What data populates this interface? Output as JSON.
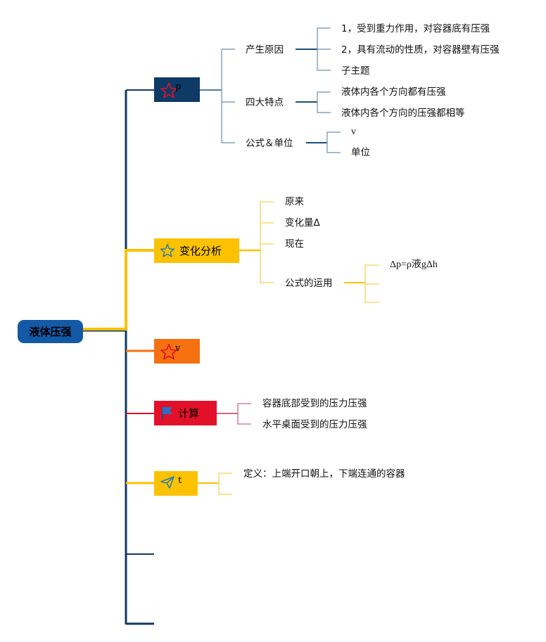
{
  "root": {
    "label": "液体压强"
  },
  "colors": {
    "root": "#1459a6",
    "navy": "#0e3a66",
    "yellow": "#fcc200",
    "orange": "#f5700f",
    "red": "#e3102a",
    "pink": "#d26a80",
    "light_yellow": "#f7d35a"
  },
  "branches": [
    {
      "label": "p",
      "icon": "star-icon",
      "children": [
        {
          "label": "产生原因",
          "children": [
            "1，受到重力作用，对容器底有压强",
            "2，具有流动的性质，对容器壁有压强",
            "子主题"
          ]
        },
        {
          "label": "四大特点",
          "children": [
            "液体内各个方向都有压强",
            "液体内各个方向的压强都相等"
          ]
        },
        {
          "label": "公式＆单位",
          "children": [
            "v",
            "单位"
          ]
        }
      ]
    },
    {
      "label": "变化分析",
      "icon": "star-outline-icon",
      "children": [
        {
          "label": "原来"
        },
        {
          "label": "变化量Δ"
        },
        {
          "label": "现在"
        },
        {
          "label": "公式的运用",
          "children": [
            "Δp=ρ液gΔh",
            "",
            ""
          ]
        }
      ]
    },
    {
      "label": "v",
      "icon": "star-icon",
      "children": []
    },
    {
      "label": "计算",
      "icon": "flag-icon",
      "children": [
        {
          "label": "容器底部受到的压力压强"
        },
        {
          "label": "水平桌面受到的压力压强"
        }
      ]
    },
    {
      "label": "t",
      "icon": "paper-plane-icon",
      "children": [
        {
          "label": "定义：上端开口朝上，下端连通的容器"
        },
        {
          "label": ""
        }
      ]
    }
  ]
}
